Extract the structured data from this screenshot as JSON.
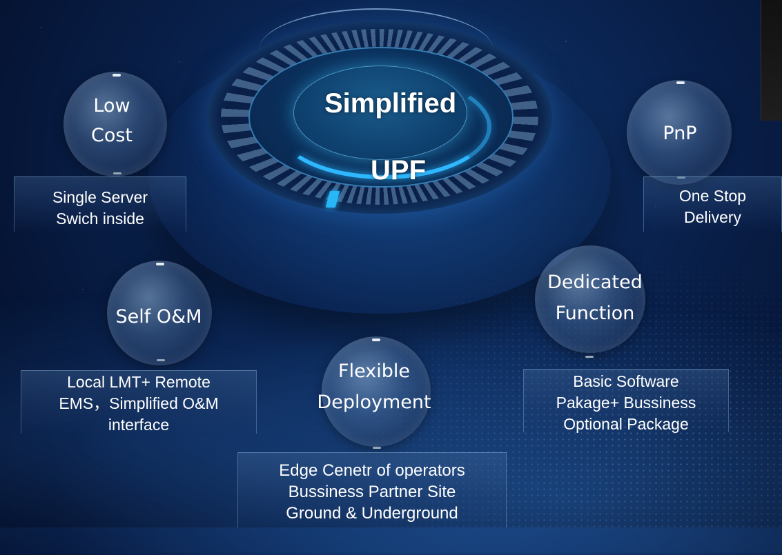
{
  "center": {
    "line1": "Simplified",
    "line2": "UPF"
  },
  "features": [
    {
      "id": "low-cost",
      "title_lines": [
        "Low",
        "Cost"
      ],
      "caption_lines": [
        "Single Server",
        "Swich inside"
      ]
    },
    {
      "id": "pnp",
      "title_lines": [
        "PnP"
      ],
      "caption_lines": [
        "One Stop",
        "Delivery"
      ]
    },
    {
      "id": "self-om",
      "title_lines": [
        "Self O&M"
      ],
      "caption_lines": [
        "Local LMT+ Remote",
        "EMS，Simplified O&M",
        "interface"
      ]
    },
    {
      "id": "dedicated-function",
      "title_lines": [
        "Dedicated",
        "Function"
      ],
      "caption_lines": [
        "Basic Software",
        "Pakage+ Bussiness",
        "Optional Package"
      ]
    },
    {
      "id": "flexible-deployment",
      "title_lines": [
        "Flexible",
        "Deployment"
      ],
      "caption_lines": [
        "Edge Cenetr of operators",
        "Bussiness Partner Site",
        "Ground & Underground"
      ]
    }
  ]
}
